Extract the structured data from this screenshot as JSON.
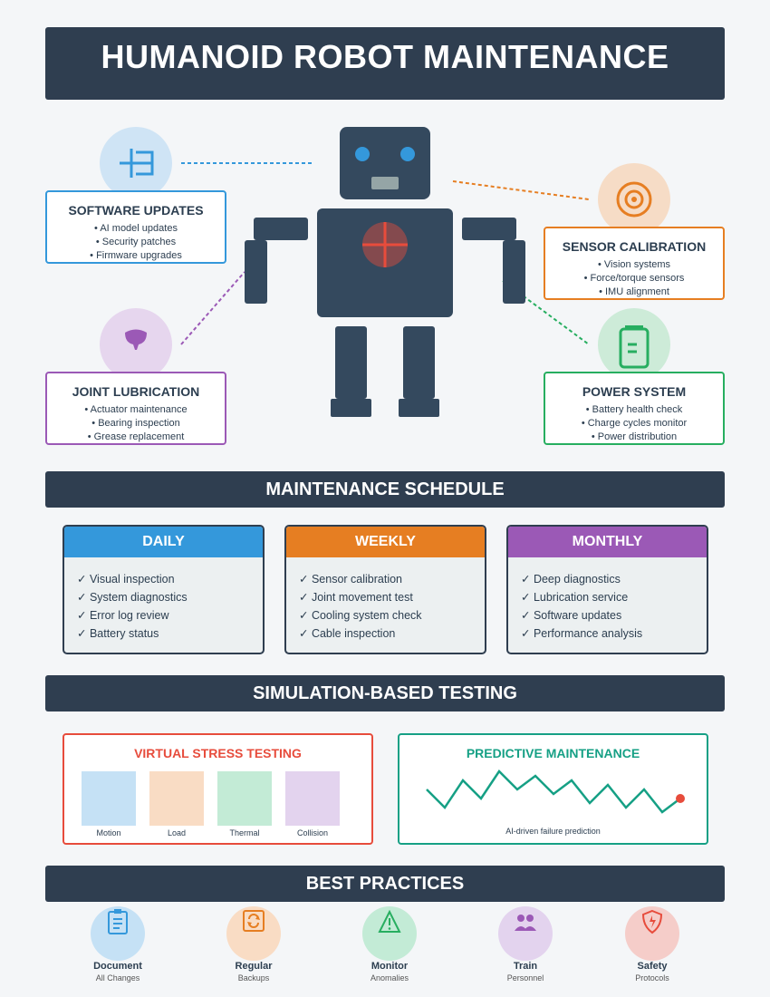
{
  "title": "HUMANOID ROBOT MAINTENANCE",
  "components": [
    {
      "title": "SOFTWARE UPDATES",
      "items": [
        "• AI model updates",
        "• Security patches",
        "• Firmware upgrades"
      ],
      "color": "#3498db",
      "icon": "software-update-icon"
    },
    {
      "title": "SENSOR CALIBRATION",
      "items": [
        "• Vision systems",
        "• Force/torque sensors",
        "• IMU alignment"
      ],
      "color": "#e67e22",
      "icon": "target-icon"
    },
    {
      "title": "JOINT LUBRICATION",
      "items": [
        "• Actuator maintenance",
        "• Bearing inspection",
        "• Grease replacement"
      ],
      "color": "#9b59b6",
      "icon": "oil-drop-icon"
    },
    {
      "title": "POWER SYSTEM",
      "items": [
        "• Battery health check",
        "• Charge cycles monitor",
        "• Power distribution"
      ],
      "color": "#27ae60",
      "icon": "battery-icon"
    }
  ],
  "schedule": {
    "title": "MAINTENANCE SCHEDULE",
    "columns": [
      {
        "label": "DAILY",
        "color": "#3498db",
        "items": [
          "✓ Visual inspection",
          "✓ System diagnostics",
          "✓ Error log review",
          "✓ Battery status"
        ]
      },
      {
        "label": "WEEKLY",
        "color": "#e67e22",
        "items": [
          "✓ Sensor calibration",
          "✓ Joint movement test",
          "✓ Cooling system check",
          "✓ Cable inspection"
        ]
      },
      {
        "label": "MONTHLY",
        "color": "#9b59b6",
        "items": [
          "✓ Deep diagnostics",
          "✓ Lubrication service",
          "✓ Software updates",
          "✓ Performance analysis"
        ]
      }
    ]
  },
  "simulation": {
    "title": "SIMULATION-BASED TESTING",
    "stress": {
      "title": "VIRTUAL STRESS TESTING",
      "color": "#e74c3c",
      "boxes": [
        {
          "label": "Motion",
          "color": "#c5e1f5"
        },
        {
          "label": "Load",
          "color": "#f9dcc4"
        },
        {
          "label": "Thermal",
          "color": "#c3ebd6"
        },
        {
          "label": "Collision",
          "color": "#e3d3ee"
        }
      ]
    },
    "predictive": {
      "title": "PREDICTIVE MAINTENANCE",
      "color": "#16a085",
      "caption": "AI-driven failure prediction"
    }
  },
  "best_practices": {
    "title": "BEST PRACTICES",
    "items": [
      {
        "name": "Document",
        "sub": "All Changes",
        "color": "#c5e1f5",
        "icon": "clipboard-icon"
      },
      {
        "name": "Regular",
        "sub": "Backups",
        "color": "#f9dcc4",
        "icon": "backup-icon"
      },
      {
        "name": "Monitor",
        "sub": "Anomalies",
        "color": "#c3ebd6",
        "icon": "warning-icon"
      },
      {
        "name": "Train",
        "sub": "Personnel",
        "color": "#e3d3ee",
        "icon": "people-icon"
      },
      {
        "name": "Safety",
        "sub": "Protocols",
        "color": "#f5cdc9",
        "icon": "shield-icon"
      }
    ]
  }
}
